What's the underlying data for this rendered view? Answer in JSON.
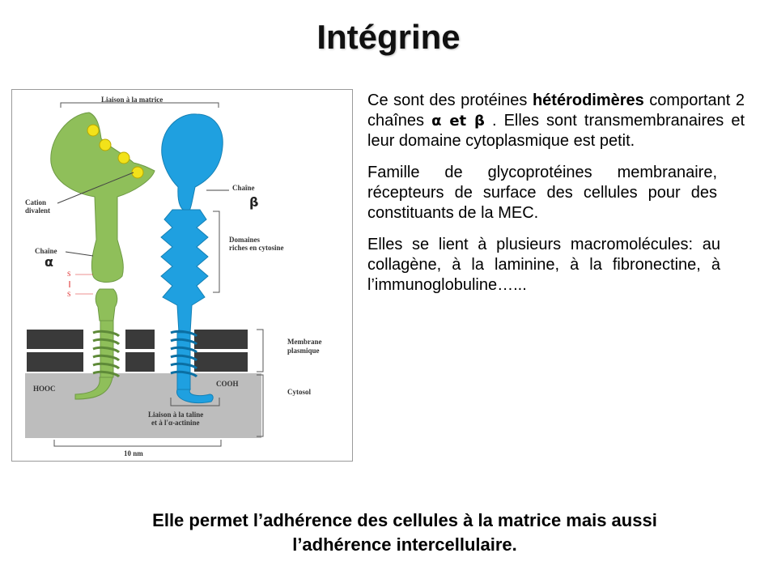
{
  "slide": {
    "title": "Intégrine",
    "figure": {
      "label_matrix": "Liaison à la matrice",
      "label_cation_1": "Cation",
      "label_cation_2": "divalent",
      "label_chain_a": "Chaîne",
      "greek_alpha": "α",
      "label_chain_b": "Chaîne",
      "greek_beta": "β",
      "label_domains_1": "Domaines",
      "label_domains_2": "riches en cytosine",
      "label_membrane_1": "Membrane",
      "label_membrane_2": "plasmique",
      "label_cytosol": "Cytosol",
      "label_hooc": "HOOC",
      "label_cooh": "COOH",
      "label_talin_1": "Liaison à la taline",
      "label_talin_2": "et à l'α-actinine",
      "label_scale": "10 nm",
      "label_s1": "S",
      "label_s2": "S",
      "colors": {
        "alpha_chain": "#8fbf5a",
        "beta_chain": "#1fa0e0",
        "cation": "#f2e21a",
        "membrane": "#3a3a3a",
        "cytosol": "#bdbdbd"
      }
    },
    "paragraphs": {
      "p1_a": "Ce sont des protéines ",
      "p1_bold": "hétérodimères",
      "p1_b": " comportant 2 chaînes ",
      "p1_greek": "α et β",
      "p1_c": " . Elles sont transmembranaires et leur domaine cytoplasmique est petit.",
      "p2": "Famille de glycoprotéines membranaire, récepteurs de surface des cellules pour des constituants de la MEC.",
      "p3": "Elles se lient à plusieurs macromolécules: au collagène, à la laminine, à la fibronectine, à l’immunoglobuline…..."
    },
    "footer_line1": "Elle permet l’adhérence des cellules à la matrice mais aussi",
    "footer_line2": "l’adhérence intercellulaire."
  }
}
